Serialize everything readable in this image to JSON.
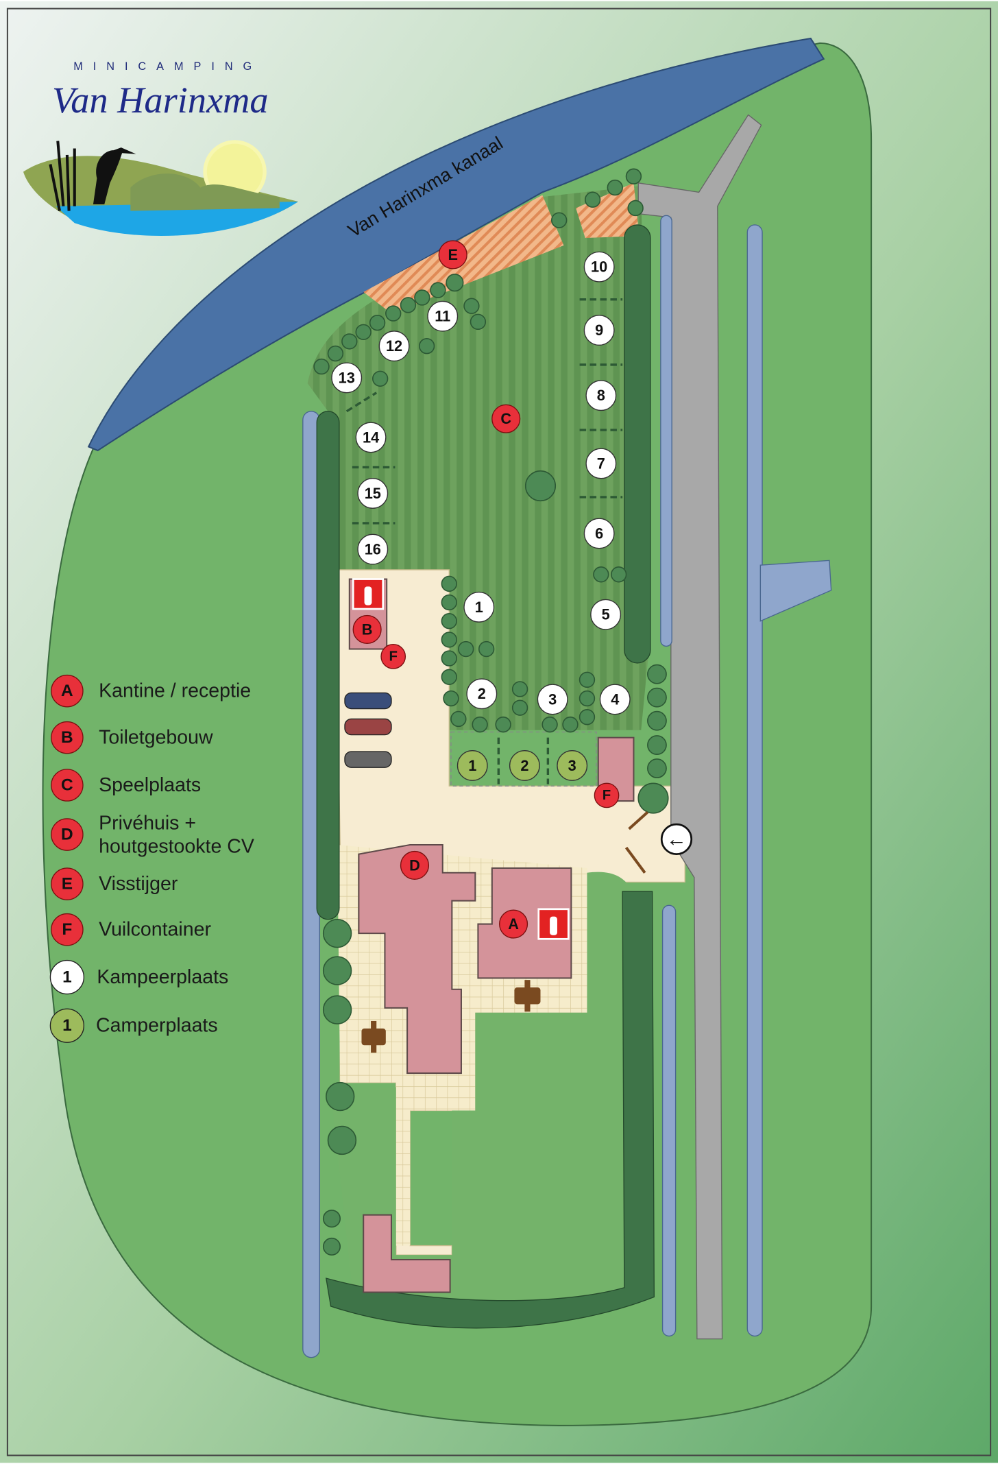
{
  "logo": {
    "subtitle": "MINICAMPING",
    "title": "Van Harinxma"
  },
  "map": {
    "canal_label": "Van Harinxma kanaal",
    "entrance_icon": "arrow-left-icon",
    "colors": {
      "grass": "#72b46a",
      "canal": "#4a72a6",
      "building": "#d4939a",
      "marker_red": "#e8303a",
      "marker_white": "#ffffff",
      "marker_green": "#9dbb5c",
      "sand": "#f7ecd2",
      "road": "#a8a8a8"
    },
    "facility_markers": [
      "A",
      "B",
      "C",
      "D",
      "E",
      "F",
      "F"
    ],
    "camping_pitches": [
      "1",
      "2",
      "3",
      "4",
      "5",
      "6",
      "7",
      "8",
      "9",
      "10",
      "11",
      "12",
      "13",
      "14",
      "15",
      "16"
    ],
    "camper_pitches": [
      "1",
      "2",
      "3"
    ]
  },
  "legend": [
    {
      "key": "A",
      "label": "Kantine / receptie"
    },
    {
      "key": "B",
      "label": "Toiletgebouw"
    },
    {
      "key": "C",
      "label": "Speelplaats"
    },
    {
      "key": "D",
      "label": "Privéhuis +",
      "label2": "houtgestookte CV"
    },
    {
      "key": "E",
      "label": "Visstijger"
    },
    {
      "key": "F",
      "label": "Vuilcontainer"
    },
    {
      "key": "1",
      "label": "Kampeerplaats"
    },
    {
      "key": "1",
      "label": "Camperplaats"
    }
  ]
}
